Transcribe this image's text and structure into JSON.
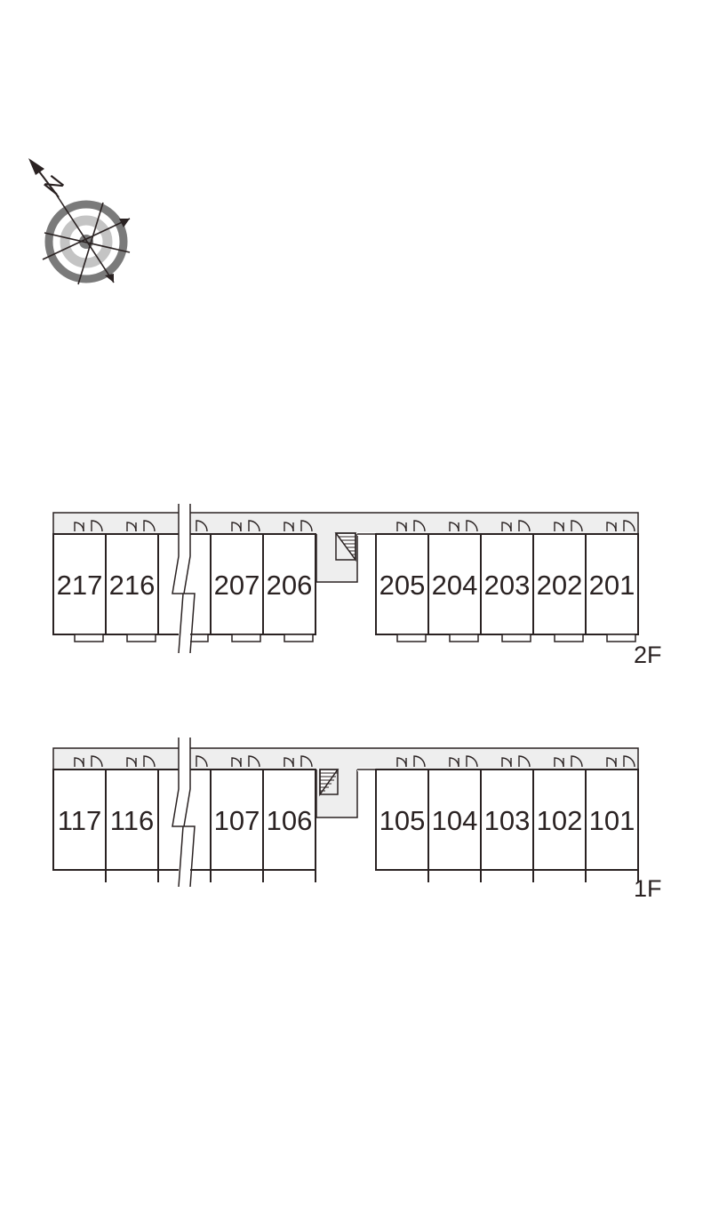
{
  "compass": {
    "north_label": "N",
    "icon": "compass-rose-icon"
  },
  "floors": [
    {
      "id": "2F",
      "label": "2F",
      "stair_icon": "stair-icon",
      "units": [
        "217",
        "216",
        "207",
        "206",
        "205",
        "204",
        "203",
        "202",
        "201"
      ]
    },
    {
      "id": "1F",
      "label": "1F",
      "stair_icon": "stair-icon",
      "units": [
        "117",
        "116",
        "107",
        "106",
        "105",
        "104",
        "103",
        "102",
        "101"
      ]
    }
  ],
  "colors": {
    "line": "#2a2222",
    "corridor": "#eeeeee",
    "ring_dark": "#7a7a7a",
    "ring_light": "#c4c4c4",
    "background": "#ffffff"
  }
}
